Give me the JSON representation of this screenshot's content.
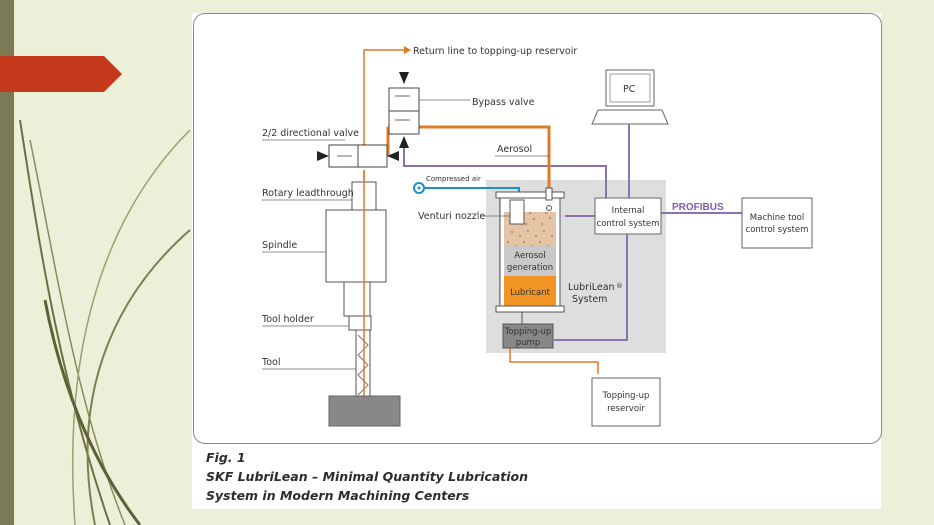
{
  "diagram": {
    "labels": {
      "return_line": "Return line to topping-up reservoir",
      "bypass_valve": "Bypass valve",
      "directional_valve": "2/2 directional valve",
      "aerosol": "Aerosol",
      "compressed_air": "Compressed air",
      "rotary_leadthrough": "Rotary leadthrough",
      "venturi_nozzle": "Venturi nozzle",
      "spindle": "Spindle",
      "aerosol_generation_1": "Aerosol",
      "aerosol_generation_2": "generation",
      "lubricant": "Lubricant",
      "lubrilean_1": "LubriLean",
      "lubrilean_reg": "®",
      "lubrilean_2": "System",
      "tool_holder": "Tool holder",
      "tool": "Tool",
      "topping_up_pump_1": "Topping-up",
      "topping_up_pump_2": "pump",
      "pc": "PC",
      "internal_control_1": "Internal",
      "internal_control_2": "control system",
      "profibus": "PROFIBUS",
      "machine_tool_1": "Machine tool",
      "machine_tool_2": "control system",
      "reservoir_1": "Topping-up",
      "reservoir_2": "reservoir"
    },
    "colors": {
      "orange": "#e07b25",
      "purple": "#8b72b3",
      "blue": "#1d8fc8",
      "grey_zone": "#dedede",
      "lubricant_fill": "#f29424"
    }
  },
  "caption": {
    "fig": "Fig. 1",
    "line1": "SKF LubriLean – Minimal Quantity Lubrication",
    "line2": "System in Modern Machining Centers"
  }
}
